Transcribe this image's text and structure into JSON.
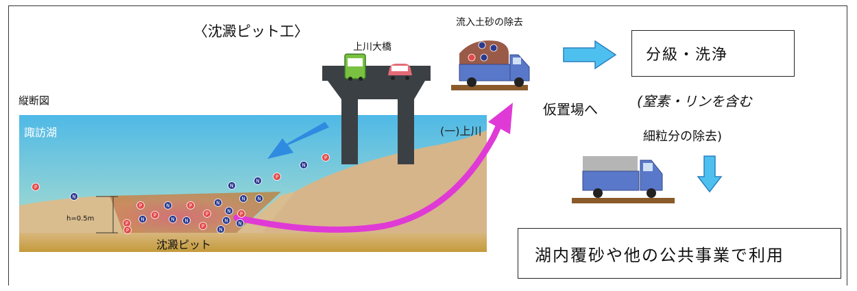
{
  "diagram": {
    "title": "〈沈澱ピット工〉",
    "bridge_label": "上川大橋",
    "section_label": "縦断図",
    "lake_label": "諏訪湖",
    "river_label": "(一)上川",
    "pit_label": "沈澱ピット",
    "height_label": "h=0.5m",
    "removal_label": "流入土砂の除去",
    "temp_site_label": "仮置場へ",
    "classify_box": "分級・洗浄",
    "note_line1": "(窒素・リンを含む",
    "note_line2": "細粒分の除去)",
    "reuse_box": "湖内覆砂や他の公共事業で利用",
    "particle_n": "N",
    "particle_p": "P"
  },
  "colors": {
    "water_top": "#5fc3ea",
    "water_bottom": "#a8dcd0",
    "sand": "#d9b88e",
    "ground": "#c9a24f",
    "pier": "#3a3f44",
    "arrow_blue": "#2f8be0",
    "arrow_magenta": "#e23ad8",
    "truck_body": "#5a78c9",
    "particle_n": "#2b3a8f",
    "particle_p": "#e34a4a"
  }
}
